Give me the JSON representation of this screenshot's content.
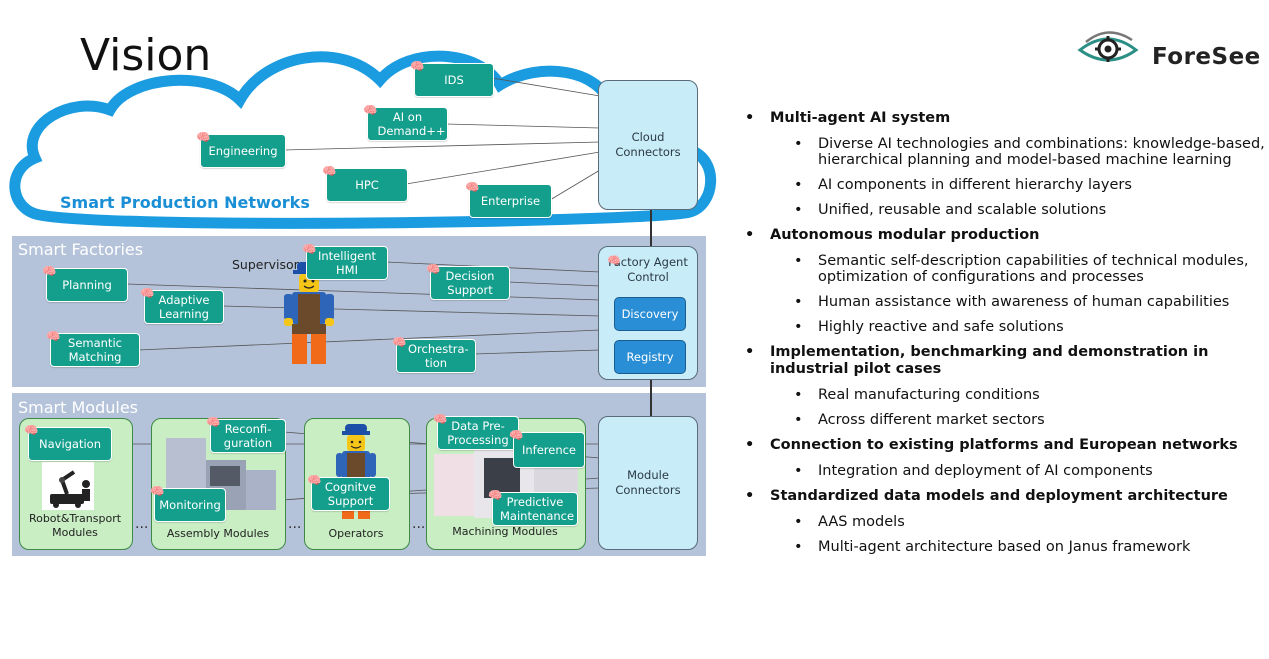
{
  "slide": {
    "title": "Vision",
    "logo_text": "ForeSee",
    "logo_icon": "eye-gear-icon"
  },
  "cloud": {
    "label": "Smart Production Networks",
    "components": [
      "IDS",
      "AI on Demand++",
      "Engineering",
      "HPC",
      "Enterprise"
    ],
    "connector": "Cloud Connectors"
  },
  "factories": {
    "label": "Smart Factories",
    "supervisor": "Supervisor",
    "components": [
      "Planning",
      "Adaptive Learning",
      "Intelligent HMI",
      "Decision Support",
      "Semantic Matching",
      "Orchestra-tion"
    ],
    "agent_control": "Factory Agent Control",
    "buttons": [
      "Discovery",
      "Registry"
    ]
  },
  "modules": {
    "label": "Smart Modules",
    "cards": [
      {
        "components": [
          "Navigation"
        ],
        "caption": "Robot&Transport Modules"
      },
      {
        "components": [
          "Reconfi-guration",
          "Monitoring"
        ],
        "caption": "Assembly Modules"
      },
      {
        "components": [
          "Cognitve Support"
        ],
        "caption": "Operators"
      },
      {
        "components": [
          "Data Pre-Processing",
          "Inference",
          "Predictive Maintenance"
        ],
        "caption": "Machining Modules"
      }
    ],
    "connector": "Module Connectors",
    "ellipsis": "..."
  },
  "bullets": [
    {
      "text": "Multi-agent AI system",
      "sub": [
        "Diverse AI technologies and combinations: knowledge-based, hierarchical planning and model-based machine learning",
        "AI components in different hierarchy layers",
        "Unified, reusable and scalable solutions"
      ]
    },
    {
      "text": "Autonomous modular production",
      "sub": [
        "Semantic self-description capabilities of technical modules, optimization of configurations and processes",
        "Human assistance with awareness of human capabilities",
        "Highly reactive and safe solutions"
      ]
    },
    {
      "text": "Implementation, benchmarking and demonstration in industrial pilot cases",
      "sub": [
        "Real manufacturing conditions",
        "Across different market sectors"
      ]
    },
    {
      "text": "Connection to existing platforms and European networks",
      "sub": [
        "Integration and deployment of AI components"
      ]
    },
    {
      "text": "Standardized data models and deployment architecture",
      "sub": [
        "AAS models",
        "Multi-agent architecture based on Janus framework"
      ]
    }
  ],
  "colors": {
    "component": "#149e8c",
    "connector": "#c9ecf9",
    "band": "#b4c3da",
    "module_card": "#c9eec4",
    "cloud_outline": "#1b9be0",
    "button": "#2a8ed6"
  }
}
